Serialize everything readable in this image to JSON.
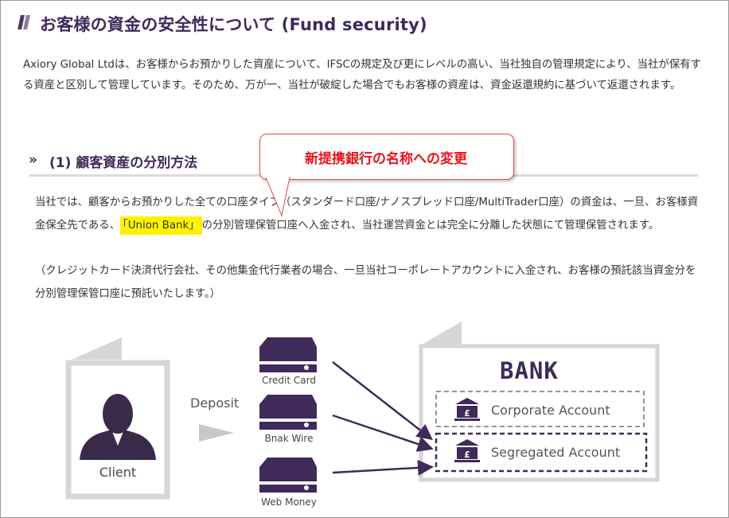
{
  "header": {
    "title": "お客様の資金の安全性について (Fund security)"
  },
  "intro": "Axiory Global Ltdは、お客様からお預かりした資産について、IFSCの規定及び更にレベルの高い、当社独自の管理規定により、当社が保有する資産と区別して管理しています。そのため、万が一、当社が破綻した場合でもお客様の資産は、資金返還規約に基づいて返還されます。",
  "section": {
    "chevron": "»",
    "title": "(1) 顧客資産の分別方法",
    "p1_part1": "当社では、顧客からお預かりした全ての口座タイプ（スタンダード口座/ナノスプレッド口座/MultiTrader口座）の資金は、一旦、お客様資金保全先である、",
    "p1_highlight": "「Union Bank」",
    "p1_part2": "の分別管理保管口座へ入金され、当社運営資金とは完全に分離した状態にて管理保管されます。",
    "p2": "（クレジットカード決済代行会社、その他集金代行業者の場合、一旦当社コーポレートアカウントに入金され、お客様の預託該当資金分を分別管理保管口座に預託いたします。）"
  },
  "callout": {
    "text": "新提携銀行の名称への変更"
  },
  "diagram": {
    "client_label": "Client",
    "deposit_label": "Deposit",
    "methods": [
      "Credit Card",
      "Bnak Wire",
      "Web Money"
    ],
    "bank_title": "BANK",
    "accounts": [
      "Corporate Account",
      "Segregated Account"
    ],
    "colors": {
      "brand": "#3f2a5a",
      "highlight": "#fff200",
      "callout": "#e8131b"
    }
  }
}
